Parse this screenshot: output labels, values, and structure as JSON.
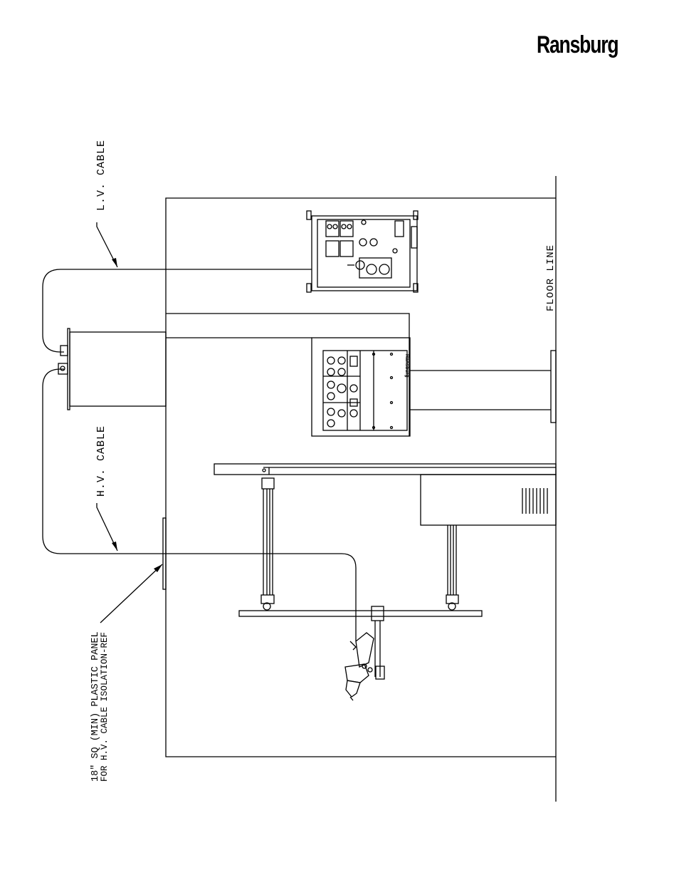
{
  "brand": {
    "name": "Ransburg"
  },
  "labels": {
    "lv_cable": "L.V. CABLE",
    "hv_cable": "H.V. CABLE",
    "floor_line": "FLOOR LINE",
    "panel_note_line1": "18\" SQ (MIN) PLASTIC PANEL",
    "panel_note_line2": "FOR H.V. CABLE ISOLATION-REF"
  },
  "device_marks": {
    "controller_brand": "Ransburg"
  }
}
